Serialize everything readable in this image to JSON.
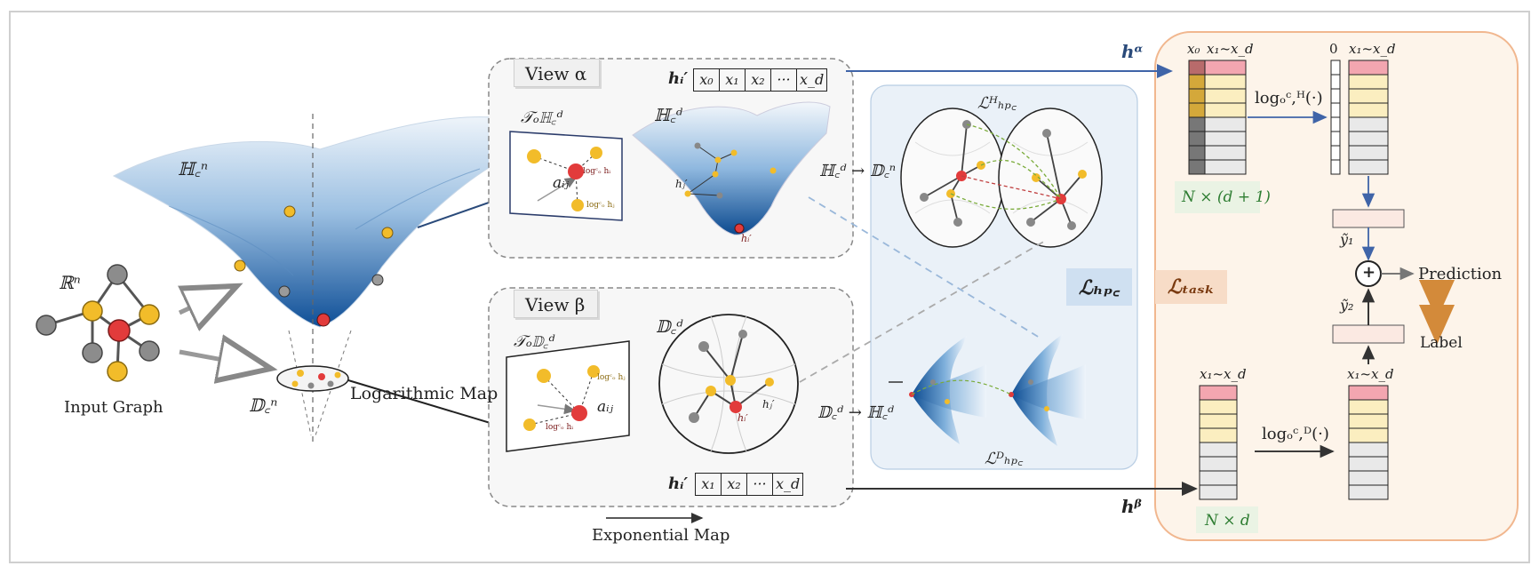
{
  "colors": {
    "surface_dark": "#1a5fa8",
    "surface_light": "#e8f0f7",
    "node_yellow": "#f2bc2a",
    "node_gray": "#8c8c8c",
    "node_red": "#e23b3b",
    "arrow_blue": "#3f64a8",
    "task_panel_bg": "#fdf4ea",
    "task_panel_border": "#f1b78f",
    "hpc_panel_bg": "#eaf1f8",
    "cell_pink": "#f3a6b0",
    "cell_yellow": "#fbeec0",
    "cell_gray": "#e9e9e9"
  },
  "input": {
    "space_label": "ℝⁿ",
    "caption": "Input Graph"
  },
  "manifold_top": {
    "label": "ℍ꜀ⁿ"
  },
  "manifold_bottom": {
    "label": "𝔻꜀ⁿ"
  },
  "log_map_caption": "Logarithmic Map",
  "exp_map_caption": "Exponential Map",
  "view_alpha": {
    "title": "View α",
    "tangent_label": "𝒯ₒℍ꜀ᵈ",
    "manifold_label": "ℍ꜀ᵈ",
    "row_label": "hᵢ′",
    "cells": [
      "x₀",
      "x₁",
      "x₂",
      "···",
      "x_d"
    ],
    "edge_label": "aᵢⱼ",
    "log_i": "logᶜₒ hᵢ",
    "log_j": "logᶜₒ hⱼ",
    "hi": "hᵢ′",
    "hj": "hⱼ′"
  },
  "view_beta": {
    "title": "View β",
    "tangent_label": "𝒯ₒ𝔻꜀ᵈ",
    "manifold_label": "𝔻꜀ᵈ",
    "row_label": "hᵢ′",
    "cells": [
      "x₁",
      "x₂",
      "···",
      "x_d"
    ],
    "edge_label": "aᵢⱼ",
    "log_i": "logᶜₒ hᵢ",
    "log_j": "logᶜₒ hⱼ",
    "hi": "hᵢ′",
    "hj": "hⱼ′"
  },
  "map_h_to_d": "ℍ꜀ᵈ → 𝔻꜀ⁿ",
  "map_d_to_h": "𝔻꜀ᵈ → ℍ꜀ᵈ",
  "hpc": {
    "top_label": "ℒᴴₕₚ꜀",
    "bottom_label": "ℒᴰₕₚ꜀",
    "main_label": "ℒₕₚ꜀"
  },
  "task": {
    "loss_label": "ℒₜₐₛₖ",
    "h_alpha": "hᵅ",
    "h_beta": "hᵝ",
    "alpha_header_x0": "x₀",
    "alpha_header_rest": "x₁~x_d",
    "alpha_dim": "N × (d + 1)",
    "log_h": "logₒᶜ,ᴴ(·)",
    "zero_header": "0",
    "zero_rest": "x₁~x_d",
    "beta_header": "x₁~x_d",
    "beta_dim": "N × d",
    "log_d": "logₒᶜ,ᴰ(·)",
    "beta_out_header": "x₁~x_d",
    "y1": "ỹ₁",
    "y2": "ỹ₂",
    "plus": "+",
    "prediction": "Prediction",
    "label": "Label"
  }
}
